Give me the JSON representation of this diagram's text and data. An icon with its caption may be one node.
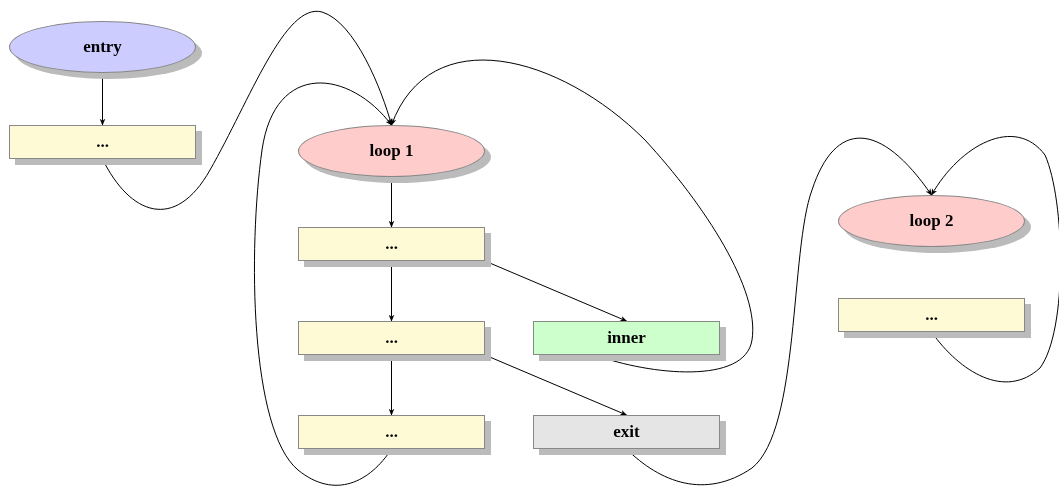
{
  "diagram": {
    "nodes": [
      {
        "text": [
          "entry"
        ]
      },
      {
        "text": [
          "..."
        ]
      },
      {
        "text": [
          "loop 1"
        ]
      },
      {
        "text": [
          "..."
        ]
      },
      {
        "text": [
          "..."
        ]
      },
      {
        "text": [
          "inner"
        ]
      },
      {
        "text": [
          "..."
        ]
      },
      {
        "text": [
          "exit"
        ]
      },
      {
        "text": [
          "loop 2"
        ]
      },
      {
        "text": [
          "..."
        ]
      }
    ],
    "edges": [
      {
        "from": 0,
        "to": 1,
        "arrow": "to"
      },
      {
        "from": 1,
        "to": 2,
        "arrow": "to"
      },
      {
        "from": 2,
        "to": 3,
        "arrow": "to"
      },
      {
        "from": 3,
        "to": 4,
        "arrow": "to"
      },
      {
        "from": 4,
        "to": 6,
        "arrow": "to"
      },
      {
        "from": 3,
        "to": 5,
        "arrow": "to"
      },
      {
        "from": 4,
        "to": 7,
        "arrow": "to"
      },
      {
        "from": 5,
        "to": 2,
        "arrow": "to"
      },
      {
        "from": 6,
        "to": 2,
        "arrow": "to"
      },
      {
        "from": 7,
        "to": 8,
        "arrow": "to"
      },
      {
        "from": 9,
        "to": 8,
        "arrow": "to"
      }
    ]
  }
}
